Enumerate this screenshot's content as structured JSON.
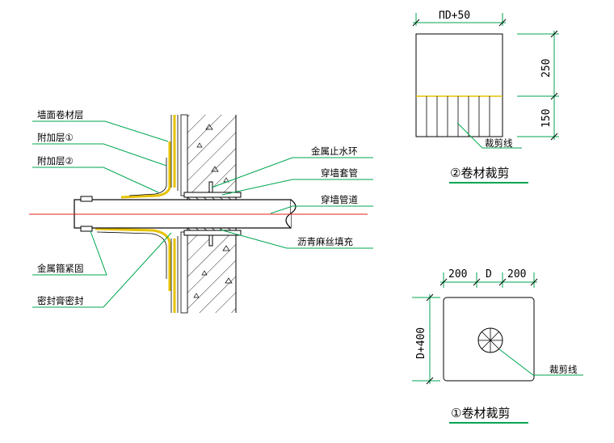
{
  "colors": {
    "leader": "#00a651",
    "membrane": "#e6c200",
    "axis": "#e0201b",
    "title_underline": "#00a651",
    "outline": "#000000"
  },
  "section": {
    "labels": {
      "wall_membrane": "墙面卷材层",
      "additional_layer_1": "附加层①",
      "additional_layer_2": "附加层②",
      "metal_water_stop_ring": "金属止水环",
      "wall_sleeve": "穿墙套管",
      "wall_pipe": "穿墙管道",
      "asphalt_hemp_filling": "沥青麻丝填充",
      "metal_clamp": "金属箍紧固",
      "sealant_seal": "密封膏密封"
    }
  },
  "detail_2": {
    "title": "②卷材裁剪",
    "width_dim": "ΠD+50",
    "height_upper_dim": "250",
    "height_lower_dim": "150",
    "cut_line_label": "裁剪线"
  },
  "detail_1": {
    "title": "①卷材裁剪",
    "dim_left": "200",
    "dim_mid": "D",
    "dim_right": "200",
    "height_dim": "D+400",
    "cut_line_label": "裁剪线"
  }
}
